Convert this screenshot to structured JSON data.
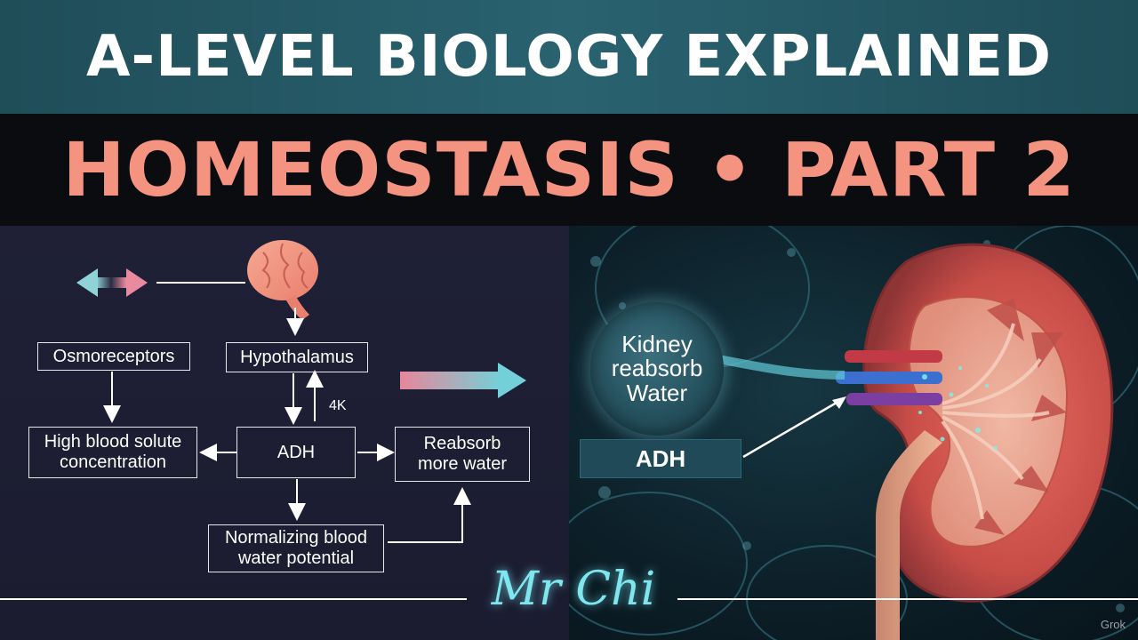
{
  "header": {
    "title": "A-LEVEL BIOLOGY EXPLAINED",
    "subtitle": "HOMEOSTASIS • PART 2"
  },
  "diagram": {
    "nodes": {
      "osmoreceptors": "Osmoreceptors",
      "hypothalamus": "Hypothalamus",
      "high_solute_line1": "High blood solute",
      "high_solute_line2": "concentration",
      "adh": "ADH",
      "reabsorb_line1": "Reabsorb",
      "reabsorb_line2": "more water",
      "normalizing_line1": "Normalizing blood",
      "normalizing_line2": "water potential"
    },
    "side_label": "4K"
  },
  "illustration": {
    "kidney_label_line1": "Kidney",
    "kidney_label_line2": "reabsorb",
    "kidney_label_line3": "Water",
    "adh_label": "ADH"
  },
  "signature": "Mr Chi",
  "watermark": "Grok",
  "colors": {
    "title_bar": "#2a6270",
    "subtitle_text": "#f4937f",
    "diagram_bg": "#1f2036"
  }
}
